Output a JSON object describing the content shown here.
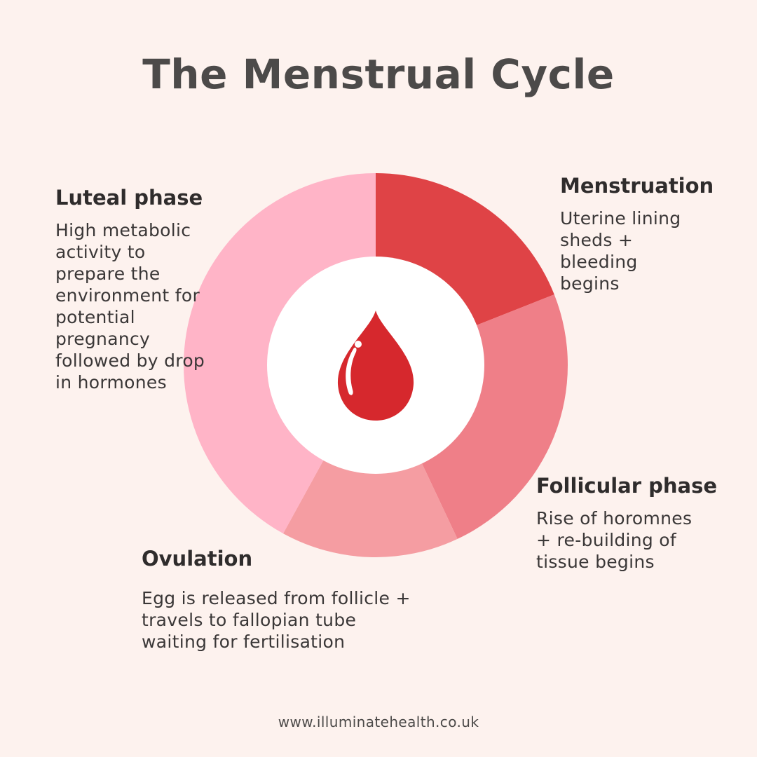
{
  "title": "The Menstrual Cycle",
  "phases": [
    {
      "key": "menstruation",
      "name": "Menstruation",
      "description": "Uterine lining sheds + bleeding begins",
      "color": "#df4346",
      "share": 0.19
    },
    {
      "key": "follicular",
      "name": "Follicular phase",
      "description": "Rise of horomnes + re-building of tissue begins",
      "color": "#ef7f88",
      "share": 0.24
    },
    {
      "key": "ovulation",
      "name": "Ovulation",
      "description": "Egg is released from follicle + travels to fallopian tube waiting for fertilisation",
      "color": "#f59da2",
      "share": 0.15
    },
    {
      "key": "luteal",
      "name": "Luteal phase",
      "description": "High metabolic activity to prepare the environment for potential pregnancy followed by drop in hormones",
      "color": "#ffb4c7",
      "share": 0.42
    }
  ],
  "center_icon": {
    "name": "blood-drop-icon",
    "color": "#d6282d",
    "highlight": "#ffffff"
  },
  "center_color": "#ffffff",
  "footer": "www.illuminatehealth.co.uk"
}
